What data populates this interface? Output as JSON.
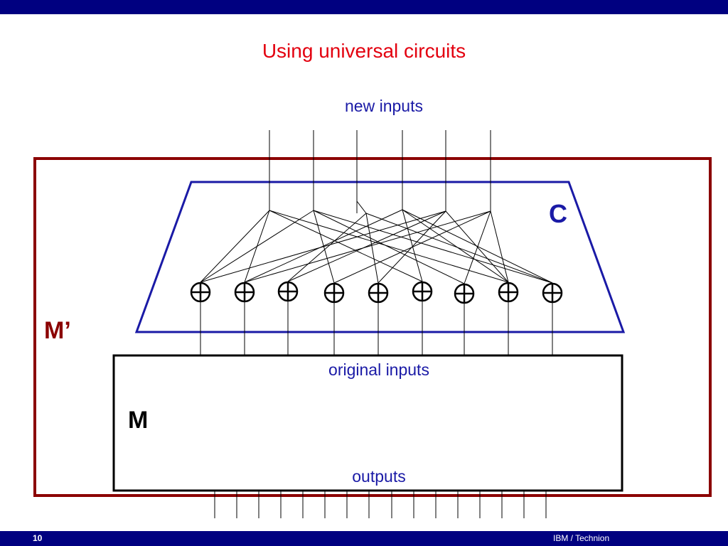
{
  "slide": {
    "title": "Using universal circuits",
    "number": "10",
    "footer": "IBM / Technion"
  },
  "diagram": {
    "new_inputs_label": "new inputs",
    "universal_circuit_label": "C",
    "outer_machine_label": "M’",
    "inner_machine_label": "M",
    "original_inputs_label": "original inputs",
    "outputs_label": "outputs",
    "new_input_count": 6,
    "xor_gate_count": 9,
    "output_wire_count": 16,
    "xor_symbol": "⊕",
    "colors": {
      "title": "#e3000f",
      "bars": "#000080",
      "outer_border": "#8b0000",
      "trapezoid": "#1a1aa6",
      "labels": "#1a1aa6"
    }
  }
}
